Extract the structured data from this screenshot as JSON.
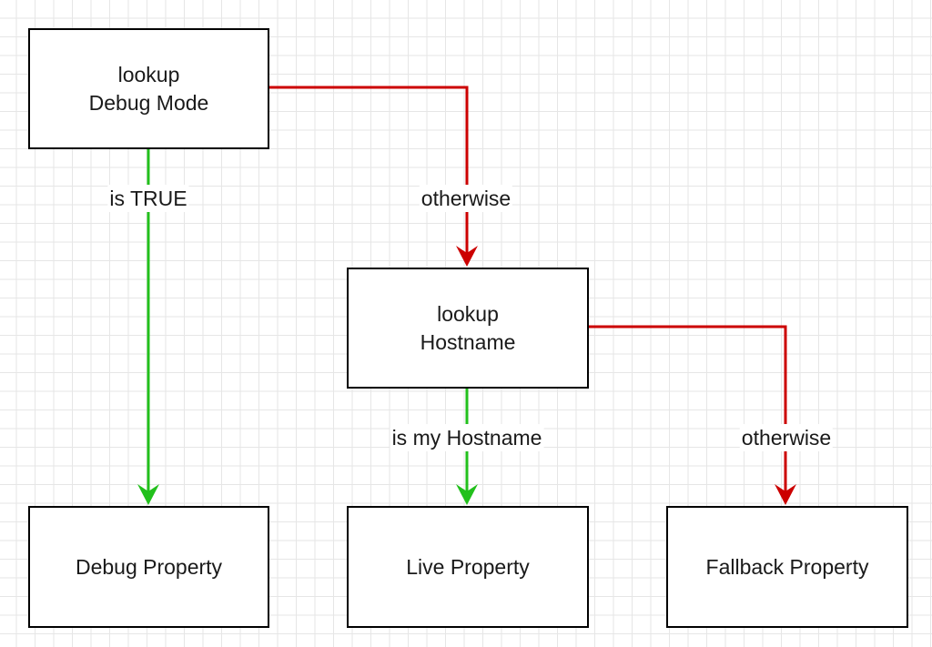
{
  "nodes": {
    "lookup_debug_mode": {
      "line1": "lookup",
      "line2": "Debug Mode"
    },
    "lookup_hostname": {
      "line1": "lookup",
      "line2": "Hostname"
    },
    "debug_property": {
      "label": "Debug Property"
    },
    "live_property": {
      "label": "Live Property"
    },
    "fallback_property": {
      "label": "Fallback Property"
    }
  },
  "edges": {
    "debug_is_true": {
      "label": "is TRUE",
      "color": "#22c01c"
    },
    "debug_otherwise": {
      "label": "otherwise",
      "color": "#cc0000"
    },
    "hostname_is_mine": {
      "label": "is my Hostname",
      "color": "#22c01c"
    },
    "hostname_otherwise": {
      "label": "otherwise",
      "color": "#cc0000"
    }
  },
  "colors": {
    "true_branch": "#22c01c",
    "false_branch": "#cc0000",
    "node_border": "#000000",
    "grid": "#e6e6e6"
  }
}
